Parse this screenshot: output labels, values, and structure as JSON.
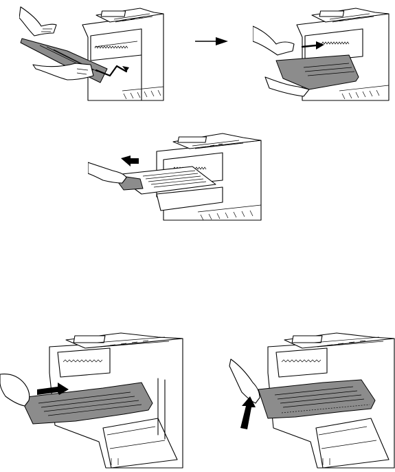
{
  "figures": [
    {
      "step": "insert-tray-into-slot",
      "icon": "fax-machine-tray-insert-icon"
    },
    {
      "step": "push-tray-in",
      "icon": "fax-machine-tray-push-icon"
    },
    {
      "step": "extend-tray",
      "icon": "fax-machine-tray-extend-icon"
    },
    {
      "step": "slide-tray-in",
      "icon": "fax-machine-tray-slide-icon"
    },
    {
      "step": "lift-tray",
      "icon": "fax-machine-tray-lift-icon"
    }
  ],
  "colors": {
    "tray_fill": "#8c8c8c",
    "line": "#000000",
    "background": "#ffffff"
  }
}
